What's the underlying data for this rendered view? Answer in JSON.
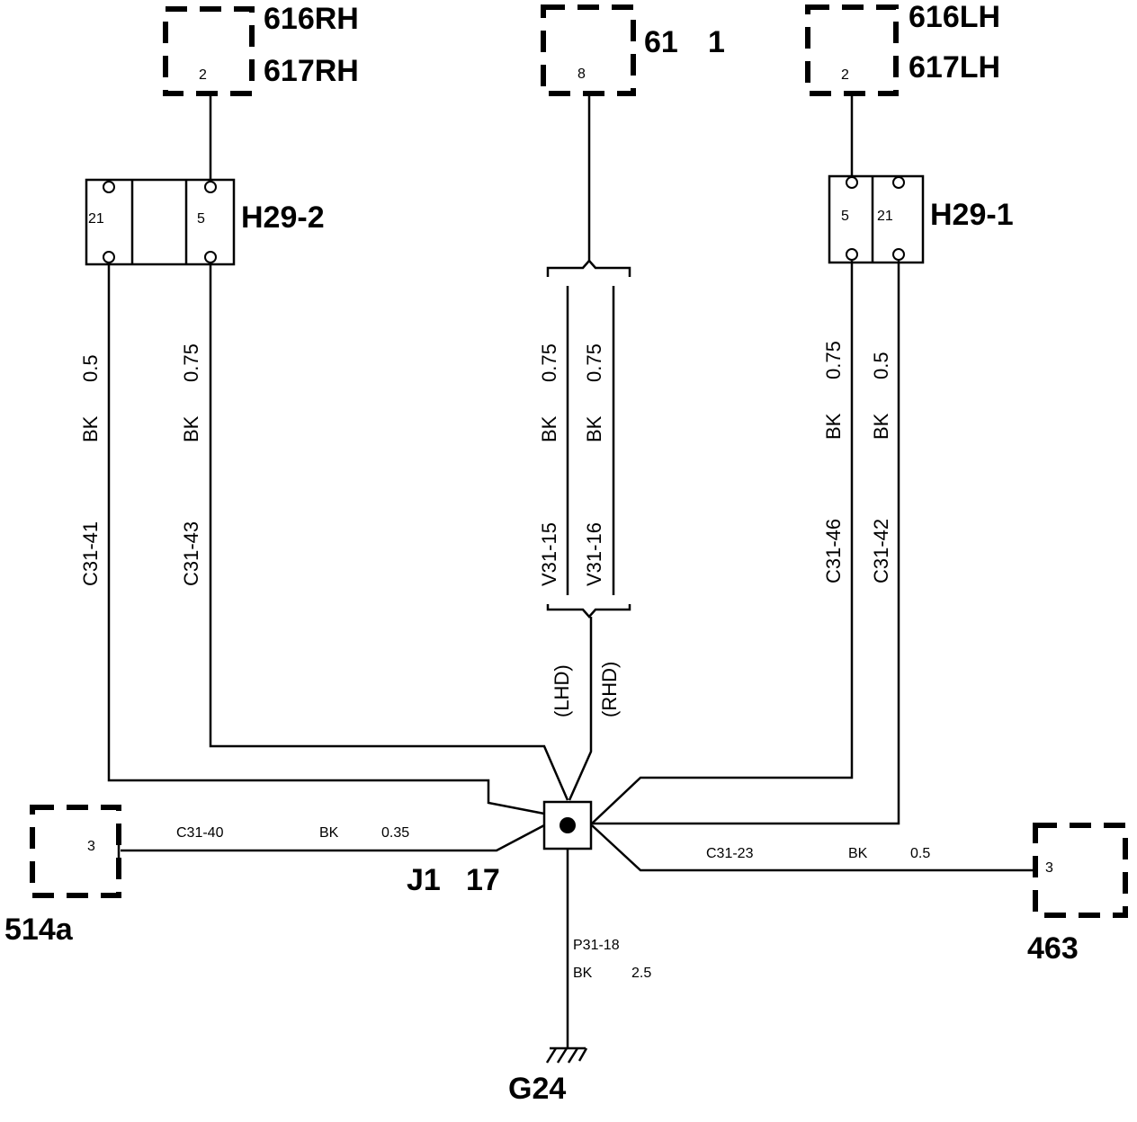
{
  "components": {
    "c616rh": {
      "pin": "2",
      "label1": "616RH",
      "label2": "617RH"
    },
    "c61": {
      "pin": "8",
      "label1": "61",
      "label2": "1"
    },
    "c616lh": {
      "pin": "2",
      "label1": "616LH",
      "label2": "617LH"
    },
    "c514a": {
      "pin": "3",
      "label": "514a"
    },
    "c463": {
      "pin": "3",
      "label": "463"
    }
  },
  "connectors": {
    "h29_2": {
      "label": "H29-2",
      "pin_a": "21",
      "pin_b": "5"
    },
    "h29_1": {
      "label": "H29-1",
      "pin_a": "5",
      "pin_b": "21"
    }
  },
  "wires": {
    "w1": {
      "size": "0.5",
      "color": "BK",
      "id": "C31-41"
    },
    "w2": {
      "size": "0.75",
      "color": "BK",
      "id": "C31-43"
    },
    "w3": {
      "size": "0.75",
      "color": "BK",
      "id": "V31-15"
    },
    "w4": {
      "size": "0.75",
      "color": "BK",
      "id": "V31-16"
    },
    "w5": {
      "size": "0.75",
      "color": "BK",
      "id": "C31-46"
    },
    "w6": {
      "size": "0.5",
      "color": "BK",
      "id": "C31-42"
    },
    "w7": {
      "id": "C31-40",
      "color": "BK",
      "size": "0.35"
    },
    "w8": {
      "id": "C31-23",
      "color": "BK",
      "size": "0.5"
    },
    "w9": {
      "id": "P31-18",
      "color": "BK",
      "size": "2.5"
    }
  },
  "variants": {
    "lhd": "(LHD)",
    "rhd": "(RHD)"
  },
  "junction": {
    "label1": "J1",
    "label2": "17"
  },
  "ground": {
    "label": "G24"
  }
}
